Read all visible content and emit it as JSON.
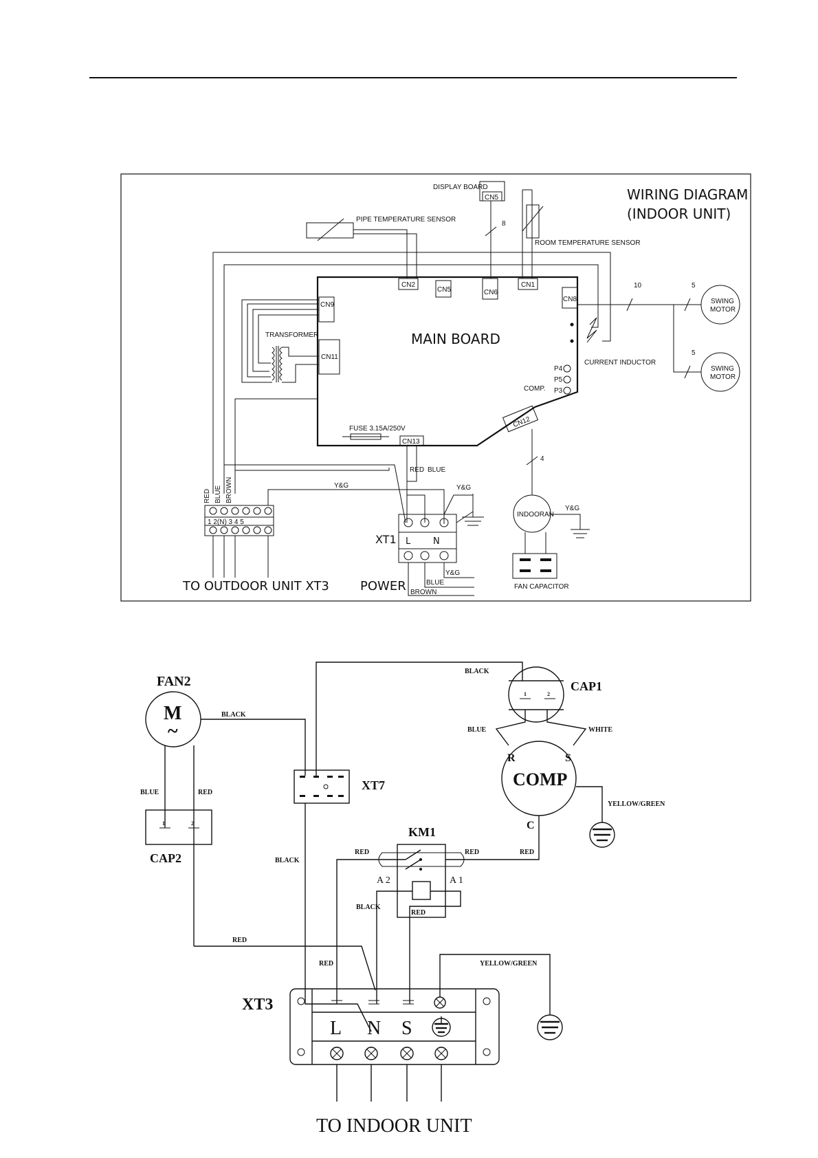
{
  "indoor": {
    "title_line1": "WIRING DIAGRAM",
    "title_line2": "(INDOOR UNIT)",
    "main_board": "MAIN BOARD",
    "display_board": "DISPLAY BOARD",
    "pipe_sensor": "PIPE TEMPERATURE SENSOR",
    "room_sensor": "ROOM TEMPERATURE SENSOR",
    "transformer": "TRANSFORMER",
    "current_inductor": "CURRENT INDUCTOR",
    "fuse": "FUSE 3.15A/250V",
    "comp": "COMP.",
    "connectors": [
      "CN5",
      "CN2",
      "CN5",
      "CN6",
      "CN1",
      "CN8",
      "CN9",
      "CN11",
      "CN12",
      "CN13"
    ],
    "ports": [
      "P4",
      "P5",
      "P3"
    ],
    "swing_motor_line1": "SWING",
    "swing_motor_line2": "MOTOR",
    "indoor_fan": "INDOORAN",
    "fan_capacitor": "FAN CAPACITOR",
    "wire_counts": [
      "8",
      "10",
      "5",
      "5",
      "4"
    ],
    "wire_colors": {
      "red": "RED",
      "blue": "BLUE",
      "brown": "BROWN",
      "yg": "Y&G"
    },
    "terminal_labels": "1  2(N) 3  4   5",
    "xt1": "XT1",
    "xt1_terms": [
      "L",
      "N"
    ],
    "power": "POWER",
    "to_outdoor": "TO OUTDOOR UNIT XT3"
  },
  "outdoor": {
    "fan2": "FAN2",
    "motor_symbol": "M",
    "motor_ac": "~",
    "cap1": "CAP1",
    "cap2": "CAP2",
    "cap_pins": [
      "1",
      "2"
    ],
    "comp": "COMP",
    "comp_terms": [
      "R",
      "S",
      "C"
    ],
    "xt7": "XT7",
    "km1": "KM1",
    "km1_terms": [
      "A 2",
      "A 1"
    ],
    "xt3": "XT3",
    "xt3_terms": [
      "L",
      "N",
      "S"
    ],
    "to_indoor": "TO INDOOR UNIT",
    "wires": {
      "black": "BLACK",
      "blue": "BLUE",
      "red": "RED",
      "white": "WHITE",
      "yellow_green": "YELLOW/GREEN"
    }
  }
}
